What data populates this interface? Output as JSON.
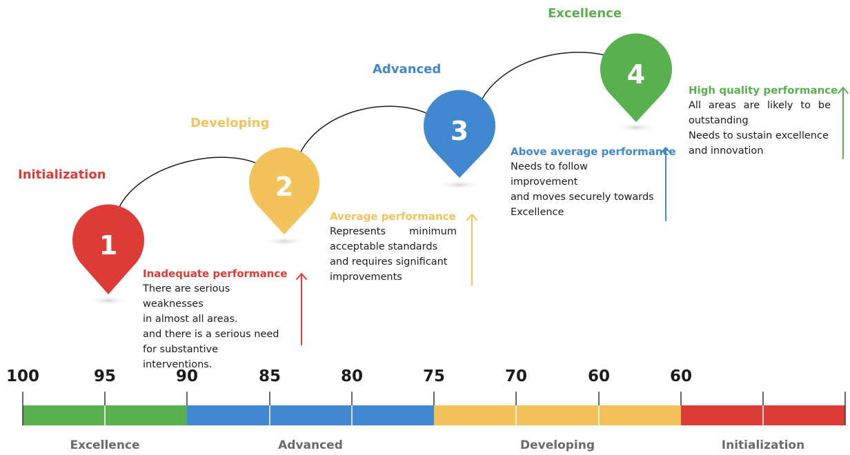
{
  "colors": {
    "red": "#dd3b35",
    "yellow": "#f3c25a",
    "blue": "#3f88cf",
    "green": "#58b04e"
  },
  "stages": [
    {
      "number": "1",
      "title": "Initialization",
      "heading": "Inadequate performance",
      "lines": [
        "There are serious weaknesses",
        "in almost all areas.",
        "and there is a serious need",
        "for substantive interventions."
      ]
    },
    {
      "number": "2",
      "title": "Developing",
      "heading": "Average performance",
      "lines": [
        "Represents minimum",
        "acceptable standards",
        "and requires significant",
        "improvements"
      ]
    },
    {
      "number": "3",
      "title": "Advanced",
      "heading": "Above average performance",
      "lines": [
        "Needs to follow improvement",
        "and moves securely towards",
        "Excellence"
      ]
    },
    {
      "number": "4",
      "title": "Excellence",
      "heading": "High quality performance",
      "lines": [
        "All areas are likely to be",
        "outstanding",
        "Needs to sustain excellence",
        "and innovation"
      ]
    }
  ],
  "scale": {
    "ticks": [
      "100",
      "95",
      "90",
      "85",
      "80",
      "75",
      "70",
      "60",
      "60"
    ],
    "bands": [
      {
        "label": "Excellence",
        "color": "#58b04e"
      },
      {
        "label": "Advanced",
        "color": "#3f88cf"
      },
      {
        "label": "Developing",
        "color": "#f3c25a"
      },
      {
        "label": "Initialization",
        "color": "#dd3b35"
      }
    ]
  }
}
